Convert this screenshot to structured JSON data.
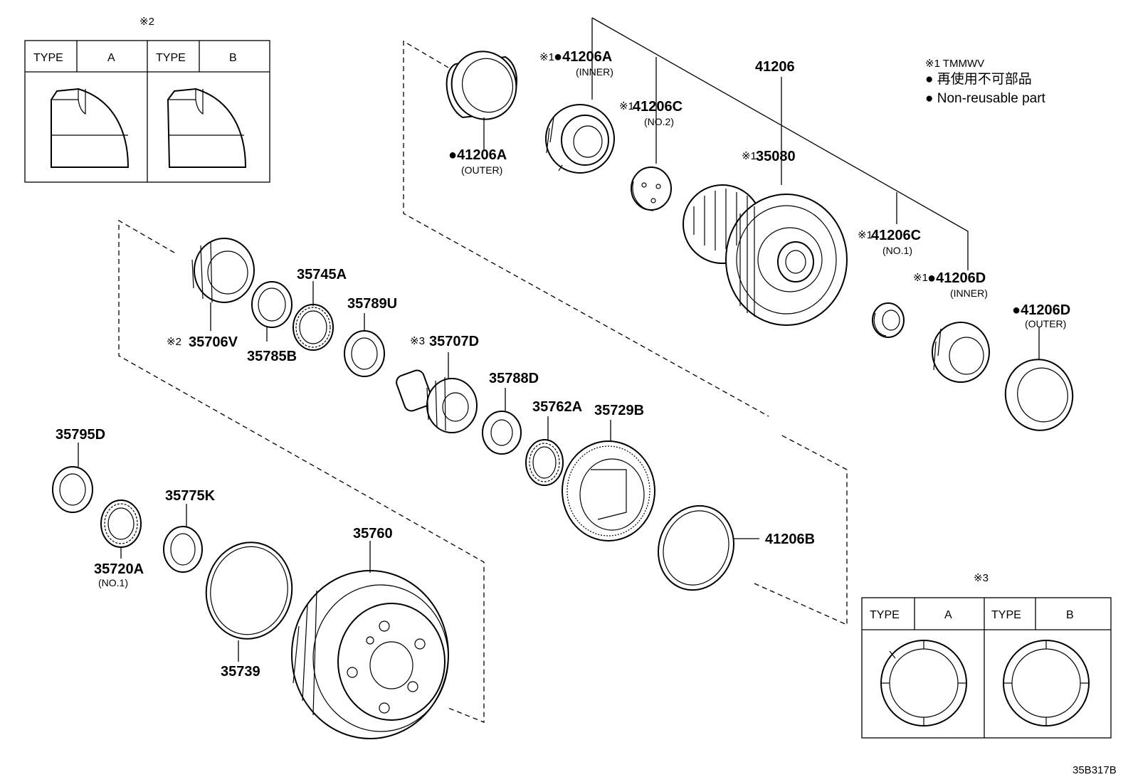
{
  "legend": {
    "note1": "※1 TMMWV",
    "note2": "● 再使用不可部品",
    "note3": "● Non-reusable part"
  },
  "inset2": {
    "ref": "※2",
    "type_label": "TYPE",
    "col_a": "A",
    "col_b": "B"
  },
  "inset3": {
    "ref": "※3",
    "type_label": "TYPE",
    "col_a": "A",
    "col_b": "B"
  },
  "labels": {
    "p41206": "41206",
    "p41206A_inner_ref": "※1",
    "p41206A_inner": "●41206A",
    "p41206A_inner_sub": "(INNER)",
    "p41206A_outer": "●41206A",
    "p41206A_outer_sub": "(OUTER)",
    "p41206C_no2_ref": "※1",
    "p41206C_no2": "41206C",
    "p41206C_no2_sub": "(NO.2)",
    "p35080_ref": "※1",
    "p35080": "35080",
    "p41206C_no1_ref": "※1",
    "p41206C_no1": "41206C",
    "p41206C_no1_sub": "(NO.1)",
    "p41206D_inner_ref": "※1",
    "p41206D_inner": "●41206D",
    "p41206D_inner_sub": "(INNER)",
    "p41206D_outer": "●41206D",
    "p41206D_outer_sub": "(OUTER)",
    "p35706V_ref": "※2",
    "p35706V": "35706V",
    "p35785B": "35785B",
    "p35745A": "35745A",
    "p35789U": "35789U",
    "p35707D_ref": "※3",
    "p35707D": "35707D",
    "p35788D": "35788D",
    "p35762A": "35762A",
    "p35729B": "35729B",
    "p41206B": "41206B",
    "p35795D": "35795D",
    "p35720A": "35720A",
    "p35720A_sub": "(NO.1)",
    "p35775K": "35775K",
    "p35760": "35760",
    "p35739": "35739"
  },
  "diagram_code": "35B317B"
}
